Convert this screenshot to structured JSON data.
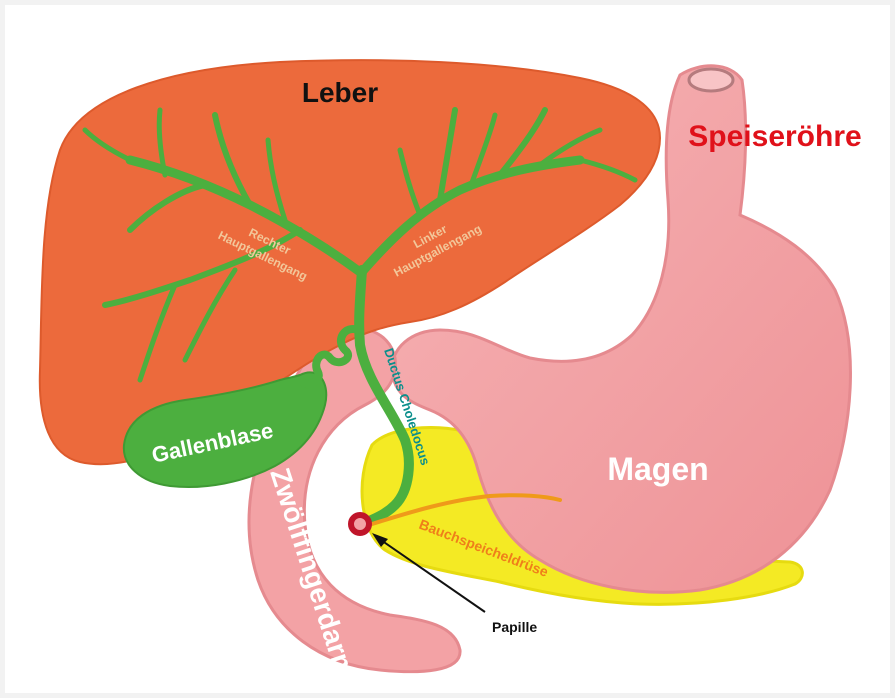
{
  "labels": {
    "liver": "Leber",
    "esophagus": "Speiseröhre",
    "gallbladder": "Gallenblase",
    "stomach": "Magen",
    "duodenum": "Zwölffingerdarm",
    "pancreas": "Bauchspeicheldrüse",
    "papilla": "Papille",
    "common_bile_duct": "Ductus Choledocus",
    "right_hepatic_duct_line1": "Rechter",
    "right_hepatic_duct_line2": "Hauptgallengang",
    "left_hepatic_duct_line1": "Linker",
    "left_hepatic_duct_line2": "Hauptgallengang"
  },
  "colors": {
    "background": "#f2f2f2",
    "liver": "#ec6a3c",
    "bile_ducts": "#4caf3f",
    "stomach": "#f3a2a5",
    "pancreas": "#f4ea24",
    "esophagus_label": "#e0111a",
    "duct_label": "#f2c79a",
    "pancreas_label": "#ef7f1a",
    "choledocus_label": "#0b8f8c",
    "papilla_ring": "#c0152a"
  }
}
